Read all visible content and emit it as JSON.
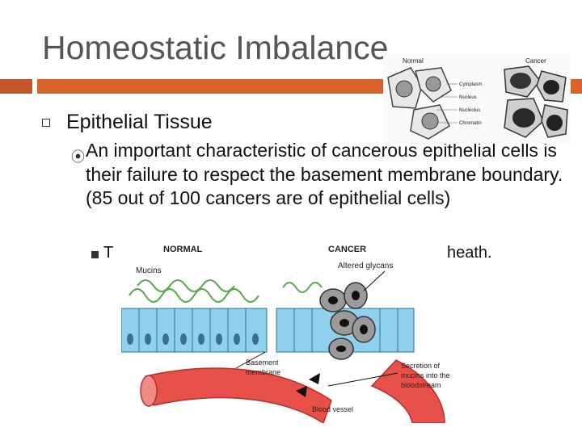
{
  "slide": {
    "title": "Homeostatic Imbalance",
    "heading": "Epithelial Tissue",
    "paragraph": "An important characteristic of cancerous epithelial cells is their failure to respect the basement membrane boundary. (85 out of 100 cancers are of epithelial cells)",
    "sub_bullet_start": "T",
    "sub_bullet_end": "heath."
  },
  "cell_figure": {
    "normal_label": "Normal",
    "cancer_label": "Cancer",
    "labels": [
      "Cytoplasm",
      "Nucleus",
      "Nucleolus",
      "Chromatin"
    ]
  },
  "tissue_figure": {
    "normal_label": "NORMAL",
    "cancer_label": "CANCER",
    "mucins_label": "Mucins",
    "glycans_label": "Altered glycans",
    "basement_label_1": "Basement",
    "basement_label_2": "membrane",
    "secretion_label_1": "Secretion of",
    "secretion_label_2": "mucins into the",
    "secretion_label_3": "bloodstream",
    "vessel_label": "Blood vessel"
  },
  "colors": {
    "accent_bar": "#d9622b",
    "title_text": "#555555"
  }
}
